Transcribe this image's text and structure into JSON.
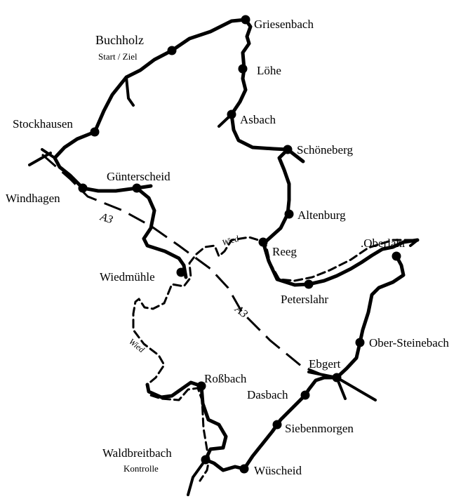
{
  "places": {
    "griesenbach": "Griesenbach",
    "buchholz": "Buchholz",
    "buchholz_note": "Start / Ziel",
    "loehe": "Löhe",
    "asbach": "Asbach",
    "stockhausen": "Stockhausen",
    "schoeneberg": "Schöneberg",
    "guenterscheid": "Günterscheid",
    "windhagen": "Windhagen",
    "altenburg": "Altenburg",
    "reeg": "Reeg",
    "oberlahr": ".Oberlahr",
    "wiedmuehle": "Wiedmühle",
    "peterslahr": "Peterslahr",
    "ober_steinebach": "Ober-Steinebach",
    "ebgert": "Ebgert",
    "rossbach": "Roßbach",
    "dasbach": "Dasbach",
    "siebenmorgen": "Siebenmorgen",
    "waldbreitbach": "Waldbreitbach",
    "waldbreitbach_note": "Kontrolle",
    "wueschied": "Wüscheid"
  },
  "features": {
    "motorway_label_1": "A3",
    "motorway_label_2": "A3",
    "river_label_1": "Wied",
    "river_label_2": "Wied"
  },
  "legend_styles": {
    "route": "solid black line",
    "river": "dashed black line (Wied)",
    "motorway": "long-dashed black line (A3)",
    "town": "black dot"
  }
}
